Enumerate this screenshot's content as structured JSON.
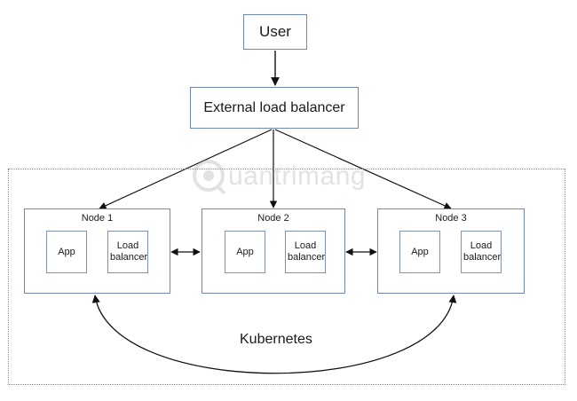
{
  "user_label": "User",
  "external_lb_label": "External load balancer",
  "nodes": [
    {
      "title": "Node 1",
      "app_label": "App",
      "lb_label": "Load balancer"
    },
    {
      "title": "Node 2",
      "app_label": "App",
      "lb_label": "Load balancer"
    },
    {
      "title": "Node 3",
      "app_label": "App",
      "lb_label": "Load balancer"
    }
  ],
  "cluster_label": "Kubernetes",
  "watermark_text": "uantrimang",
  "colors": {
    "box_border": "#7288b4",
    "line": "#111111",
    "cluster_border": "#8a8a8a"
  }
}
